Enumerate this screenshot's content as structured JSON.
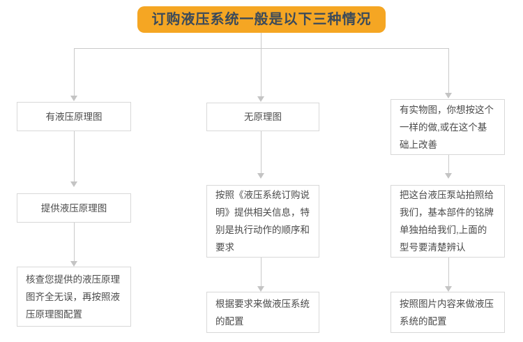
{
  "title": {
    "text": "订购液压系统一般是以下三种情况",
    "pill_color": "#f5a623",
    "text_color": "#3b4a5a"
  },
  "theme": {
    "background": "#ffffff",
    "box_border": "#d8d8d8",
    "connector": "#c9c9c9",
    "arrow": "#c4c4c4",
    "body_text": "#4a4a4a"
  },
  "branches": [
    {
      "id": "branch-1",
      "head": "有液压原理图",
      "middle": "提供液压原理图",
      "tail": "核查您提供的液压原理图齐全无误，再按照液压原理图配置"
    },
    {
      "id": "branch-2",
      "head": "无原理图",
      "middle": "按照《液压系统订购说明》提供相关信息，特别是执行动作的顺序和要求",
      "tail": "根据要求来做液压系统的配置"
    },
    {
      "id": "branch-3",
      "head": "有实物图，你想按这个一样的做,或在这个基础上改善",
      "middle": "把这台液压泵站拍照给我们，基本部件的铭牌单独拍给我们,上面的型号要清楚辨认",
      "tail": "按照图片内容来做液压系统的配置"
    }
  ]
}
